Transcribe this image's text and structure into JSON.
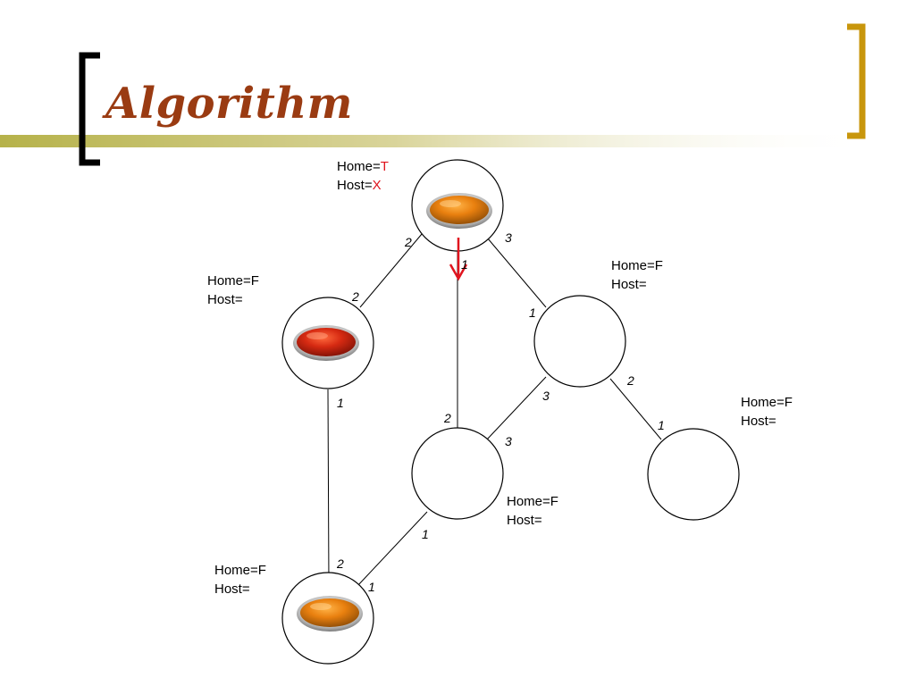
{
  "slide": {
    "title": "Algorithm"
  },
  "nodes": [
    {
      "id": "top",
      "home_label": "Home=",
      "home_value": "T",
      "host_label": "Host=",
      "host_value": "X",
      "agent": "orange"
    },
    {
      "id": "left",
      "home_label": "Home=",
      "home_value": "F",
      "host_label": "Host=",
      "host_value": "",
      "agent": "red"
    },
    {
      "id": "right",
      "home_label": "Home=",
      "home_value": "F",
      "host_label": "Host=",
      "host_value": "",
      "agent": "none"
    },
    {
      "id": "center",
      "home_label": "Home=",
      "home_value": "F",
      "host_label": "Host=",
      "host_value": "",
      "agent": "none"
    },
    {
      "id": "far-right",
      "home_label": "Home=",
      "home_value": "F",
      "host_label": "Host=",
      "host_value": "",
      "agent": "none"
    },
    {
      "id": "bottom",
      "home_label": "Home=",
      "home_value": "F",
      "host_label": "Host=",
      "host_value": "",
      "agent": "orange"
    }
  ],
  "edges": [
    {
      "from": "top",
      "to": "left",
      "port_from": "2",
      "port_to": "2"
    },
    {
      "from": "top",
      "to": "center",
      "port_from": "1",
      "port_to": "2"
    },
    {
      "from": "top",
      "to": "right",
      "port_from": "3",
      "port_to": "1"
    },
    {
      "from": "left",
      "to": "bottom",
      "port_from": "1",
      "port_to": "2"
    },
    {
      "from": "right",
      "to": "center",
      "port_from": "3",
      "port_to": "3"
    },
    {
      "from": "right",
      "to": "far-right",
      "port_from": "2",
      "port_to": "1"
    },
    {
      "from": "center",
      "to": "bottom",
      "port_from": "1",
      "port_to": "1"
    }
  ],
  "colors": {
    "title": "#9a3b12",
    "accent_gold": "#c8960c",
    "agent_orange": "#e07a10",
    "agent_red": "#c8200e",
    "arrow": "#e0141e"
  },
  "icons": {
    "bracket_left": "bracket-left-icon",
    "bracket_right": "bracket-right-icon",
    "agent": "agent-icon",
    "move_arrow": "arrow-down-icon"
  }
}
